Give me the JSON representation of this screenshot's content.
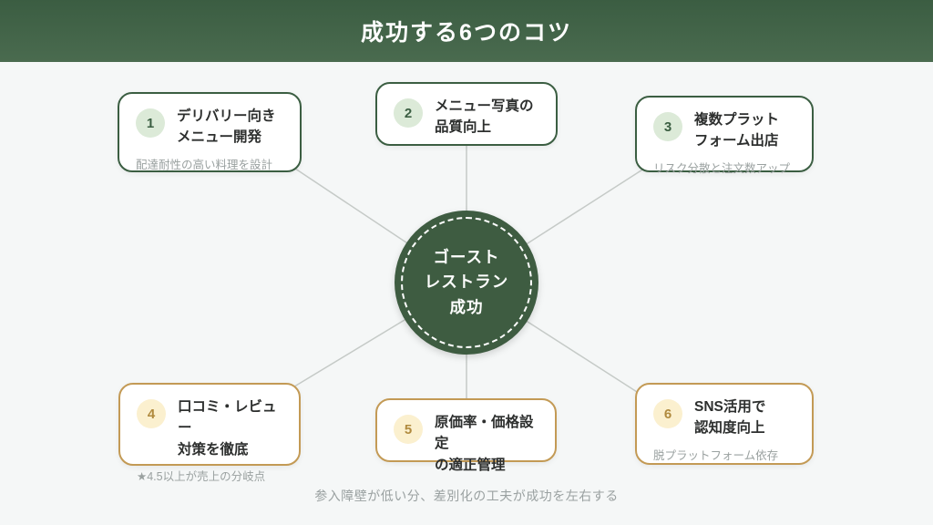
{
  "header": {
    "title": "成功する6つのコツ"
  },
  "center": {
    "label": "ゴースト\nレストラン\n成功"
  },
  "tips": [
    {
      "number": "1",
      "title": "デリバリー向き\nメニュー開発",
      "subtitle": "配達耐性の高い料理を設計",
      "theme": "green"
    },
    {
      "number": "2",
      "title": "メニュー写真の\n品質向上",
      "subtitle": "",
      "theme": "green"
    },
    {
      "number": "3",
      "title": "複数プラット\nフォーム出店",
      "subtitle": "リスク分散と注文数アップ",
      "theme": "green"
    },
    {
      "number": "4",
      "title": "口コミ・レビュー\n対策を徹底",
      "subtitle": "★4.5以上が売上の分岐点",
      "theme": "gold"
    },
    {
      "number": "5",
      "title": "原価率・価格設定\nの適正管理",
      "subtitle": "",
      "theme": "gold"
    },
    {
      "number": "6",
      "title": "SNS活用で\n認知度向上",
      "subtitle": "脱プラットフォーム依存",
      "theme": "gold"
    }
  ],
  "footer": {
    "note": "参入障壁が低い分、差別化の工夫が成功を左右する"
  },
  "colors": {
    "header_green_top": "#3b5d42",
    "header_green_bottom": "#4a6b4f",
    "circle_green": "#3e5c41",
    "green_accent": "#3b5e42",
    "green_badge_bg": "#dcead8",
    "gold_accent": "#c39a55",
    "gold_badge_bg": "#fbf0cf",
    "gold_badge_text": "#b08a3e",
    "line_gray": "#c5cac7",
    "subtitle_gray": "#9aa1a0",
    "background": "#f5f7f7"
  }
}
